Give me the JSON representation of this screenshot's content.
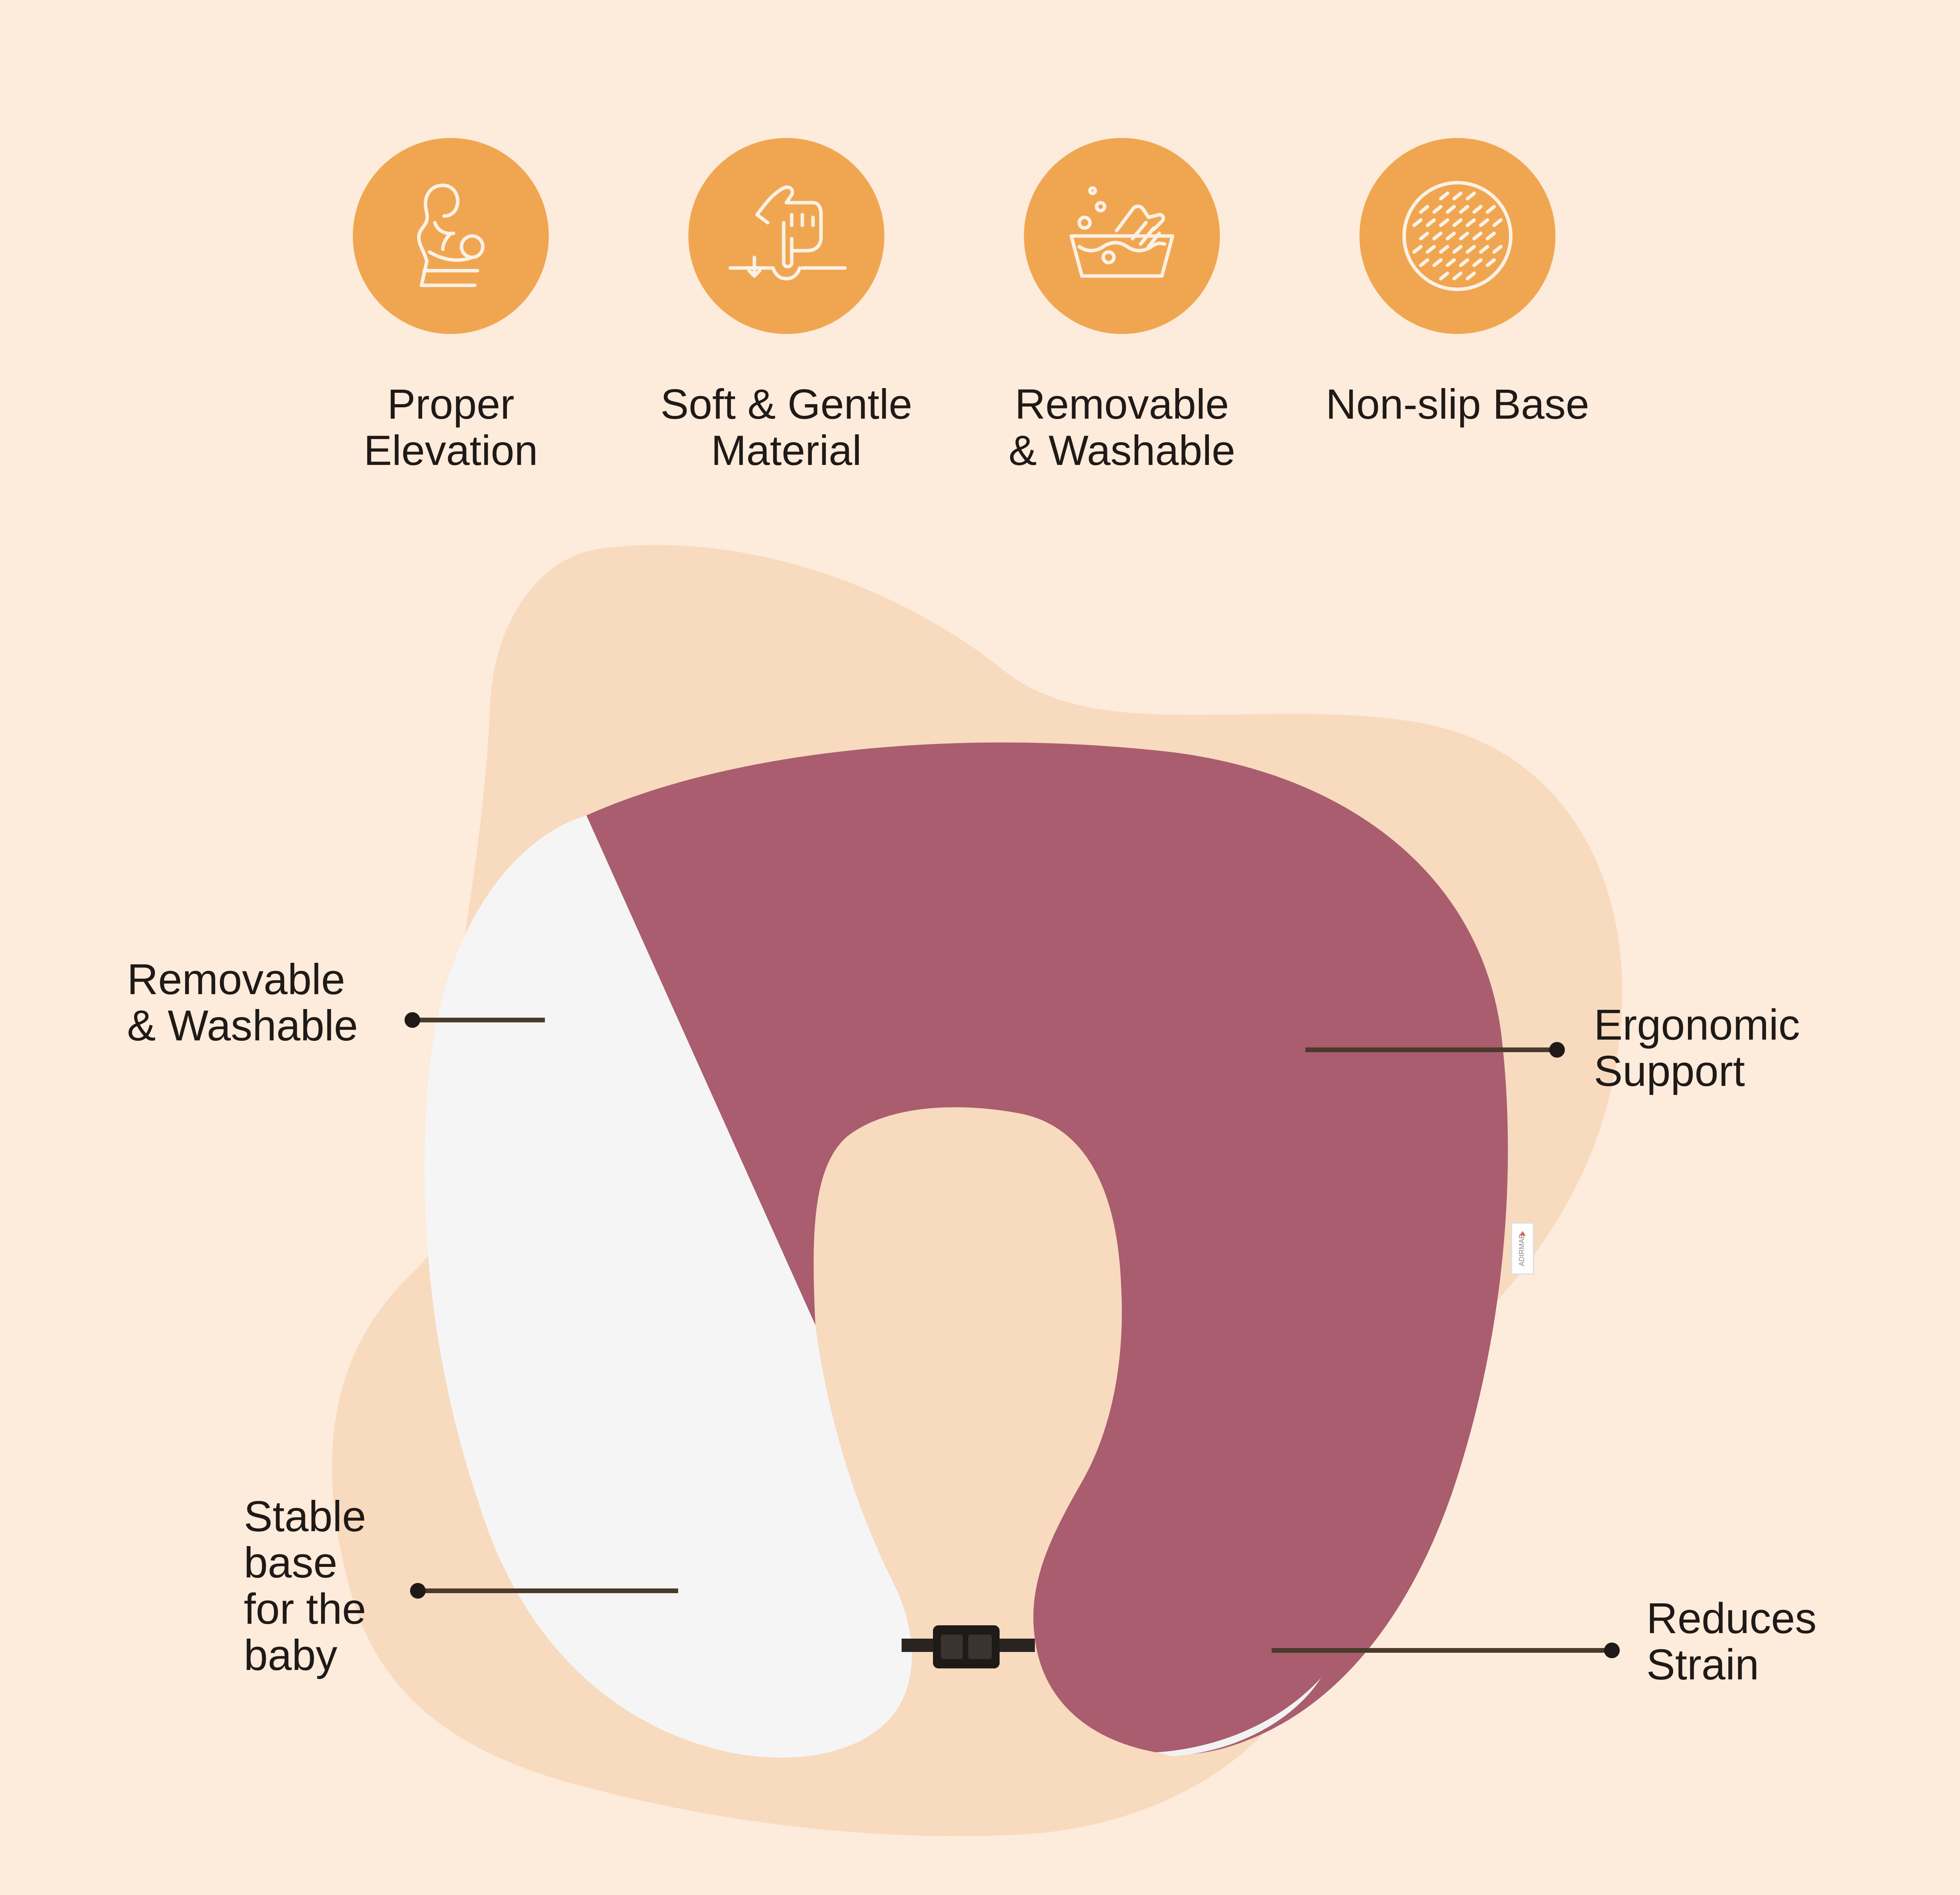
{
  "features": [
    {
      "icon": "breastfeeding-mother-icon",
      "label": "Proper\nElevation"
    },
    {
      "icon": "finger-press-icon",
      "label": "Soft & Gentle\nMaterial"
    },
    {
      "icon": "hand-wash-basin-icon",
      "label": "Removable\n& Washable"
    },
    {
      "icon": "non-slip-dots-icon",
      "label": "Non-slip Base"
    }
  ],
  "callouts": {
    "left_top": "Removable\n& Washable",
    "left_bottom": "Stable\nbase\nfor the\nbaby",
    "right_top": "Ergonomic\nSupport",
    "right_bottom": "Reduces\nStrain"
  },
  "product_tag": "ADIRMAE",
  "colors": {
    "background": "#fdebdb",
    "blob": "#f8dabe",
    "icon_circle": "#f0a650",
    "icon_line": "#fdf1e6",
    "pillow_cover": "#a95d6f",
    "pillow_insert": "#f5f5f5",
    "callout_line": "#4a3a2c"
  }
}
